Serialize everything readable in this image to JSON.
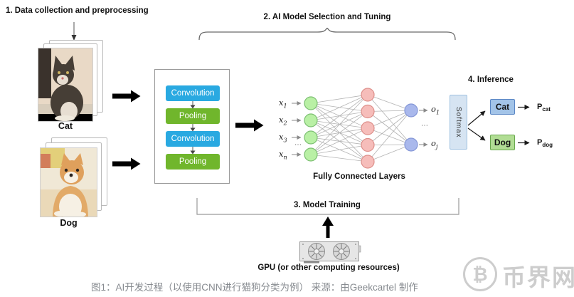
{
  "steps": {
    "step1": "1. Data collection and preprocessing",
    "step2": "2. AI Model Selection and Tuning",
    "step3": "3. Model Training",
    "step4": "4. Inference"
  },
  "dataset": {
    "cat_label": "Cat",
    "dog_label": "Dog"
  },
  "cnn": {
    "layers": [
      {
        "label": "Convolution"
      },
      {
        "label": "Pooling"
      },
      {
        "label": "Convolution"
      },
      {
        "label": "Pooling"
      }
    ]
  },
  "network": {
    "caption": "Fully Connected Layers",
    "inputs": [
      {
        "base": "x",
        "sub": "1"
      },
      {
        "base": "x",
        "sub": "2"
      },
      {
        "base": "x",
        "sub": "3"
      },
      {
        "base": "x",
        "sub": "n"
      }
    ],
    "input_ellipsis": "⋯",
    "outputs": [
      {
        "base": "o",
        "sub": "1"
      },
      {
        "base": "o",
        "sub": "j"
      }
    ],
    "output_ellipsis": "⋯",
    "layer_sizes": {
      "input": 4,
      "hidden": 5,
      "output": 2
    }
  },
  "softmax_label": "Softmax",
  "inference": {
    "classes": [
      {
        "label": "Cat",
        "prob_base": "P",
        "prob_sub": "cat"
      },
      {
        "label": "Dog",
        "prob_base": "P",
        "prob_sub": "dog"
      }
    ]
  },
  "training": {
    "gpu_caption": "GPU (or other computing resources)"
  },
  "figure": {
    "caption": "图1：AI开发过程（以使用CNN进行猫狗分类为例） 来源：由Geekcartel 制作"
  },
  "watermark": {
    "logo_symbol": "₿",
    "text": "币界网"
  },
  "colors": {
    "conv_blue": "#29a9e1",
    "pool_green": "#70b62c",
    "node_input_fill": "#b9f0a5",
    "node_input_stroke": "#7cbf72",
    "node_hidden_fill": "#f6bdba",
    "node_hidden_stroke": "#dd8f8a",
    "node_output_fill": "#a9b8ec",
    "node_output_stroke": "#8496d6",
    "softmax_fill": "#d6e4f2",
    "cat_fill": "#a3c4e8",
    "dog_fill": "#b1dd94"
  }
}
